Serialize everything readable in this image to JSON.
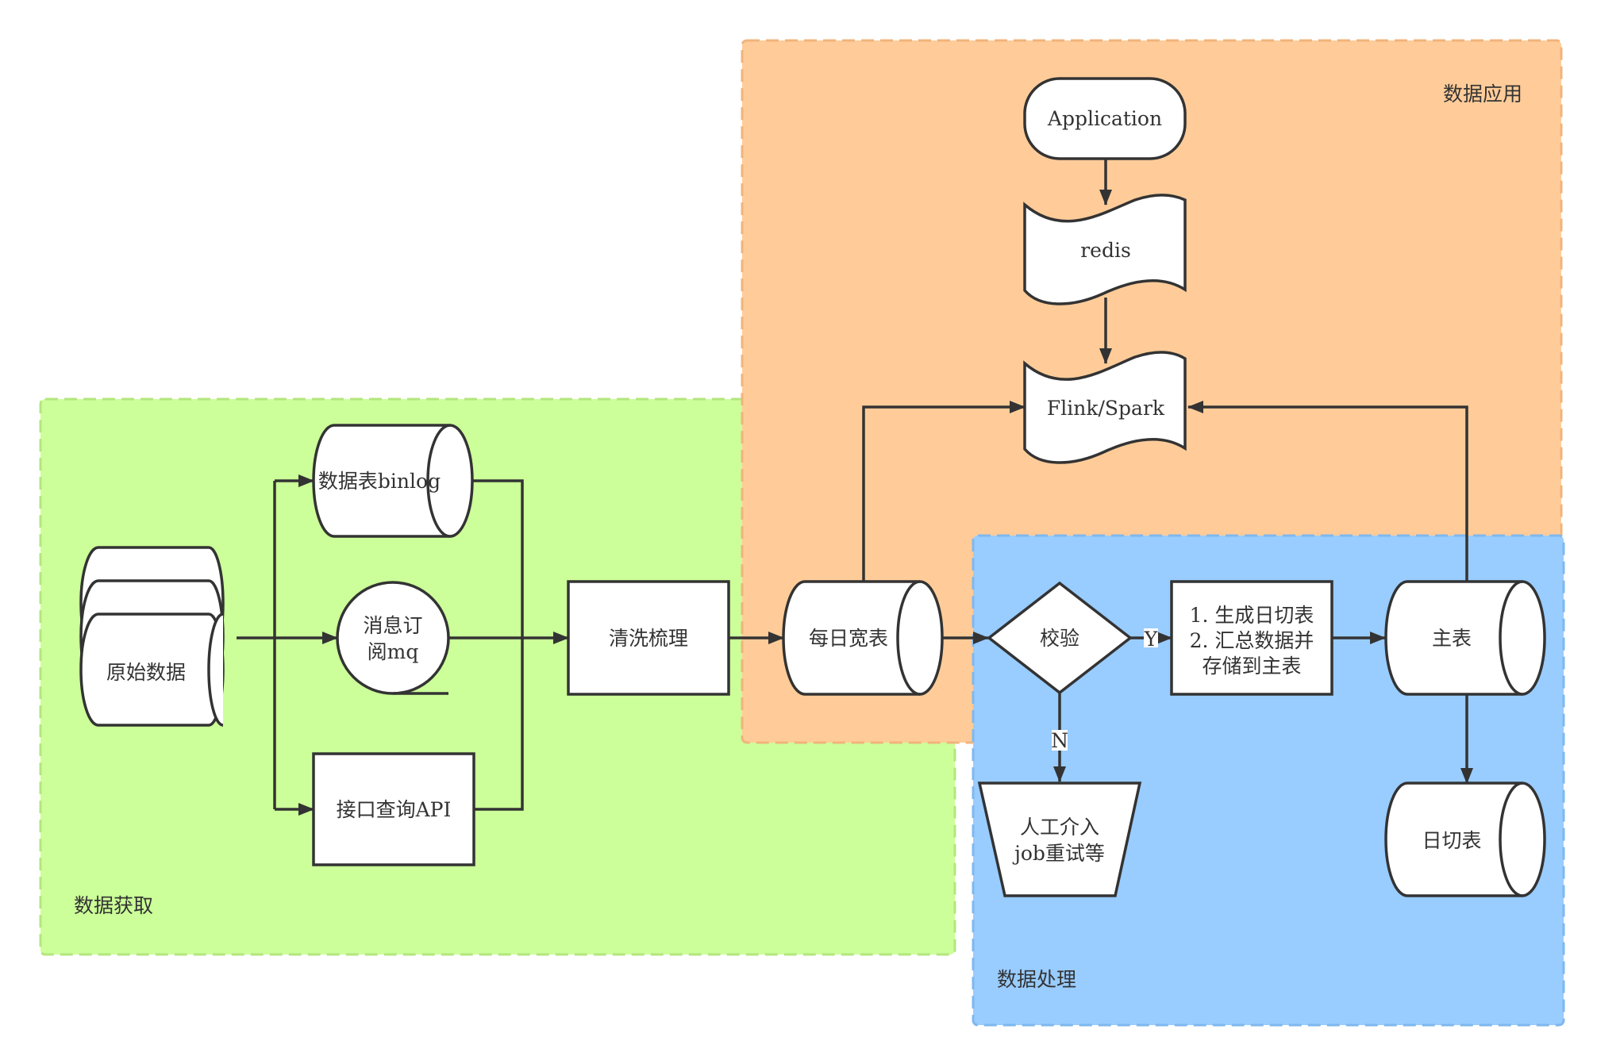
{
  "zones": {
    "acquisition": {
      "label": "数据获取",
      "color": "#ccff99"
    },
    "application": {
      "label": "数据应用",
      "color": "#ffcc99"
    },
    "processing": {
      "label": "数据处理",
      "color": "#99ccff"
    }
  },
  "nodes": {
    "raw_data": {
      "label": "原始数据",
      "shape": "multi-document"
    },
    "binlog": {
      "label": "数据表binlog",
      "shape": "cylinder"
    },
    "mq": {
      "line1": "消息订",
      "line2": "阅mq",
      "shape": "tape-circle"
    },
    "api": {
      "label": "接口查询API",
      "shape": "rectangle"
    },
    "clean": {
      "label": "清洗梳理",
      "shape": "rectangle"
    },
    "daily_wide": {
      "label": "每日宽表",
      "shape": "cylinder"
    },
    "check": {
      "label": "校验",
      "shape": "diamond"
    },
    "process": {
      "line1": "1. 生成日切表",
      "line2": "2. 汇总数据并",
      "line3": "存储到主表",
      "shape": "rectangle"
    },
    "master": {
      "label": "主表",
      "shape": "cylinder"
    },
    "daily_cut": {
      "label": "日切表",
      "shape": "cylinder"
    },
    "manual": {
      "line1": "人工介入",
      "line2": "job重试等",
      "shape": "trapezoid"
    },
    "application": {
      "label": "Application",
      "shape": "terminator"
    },
    "redis": {
      "label": "redis",
      "shape": "wave-document"
    },
    "flink": {
      "label": "Flink/Spark",
      "shape": "wave-document"
    }
  },
  "edges": {
    "check_yes": "Y",
    "check_no": "N"
  },
  "colors": {
    "stroke": "#333333",
    "fill": "#ffffff",
    "text": "#333333"
  }
}
